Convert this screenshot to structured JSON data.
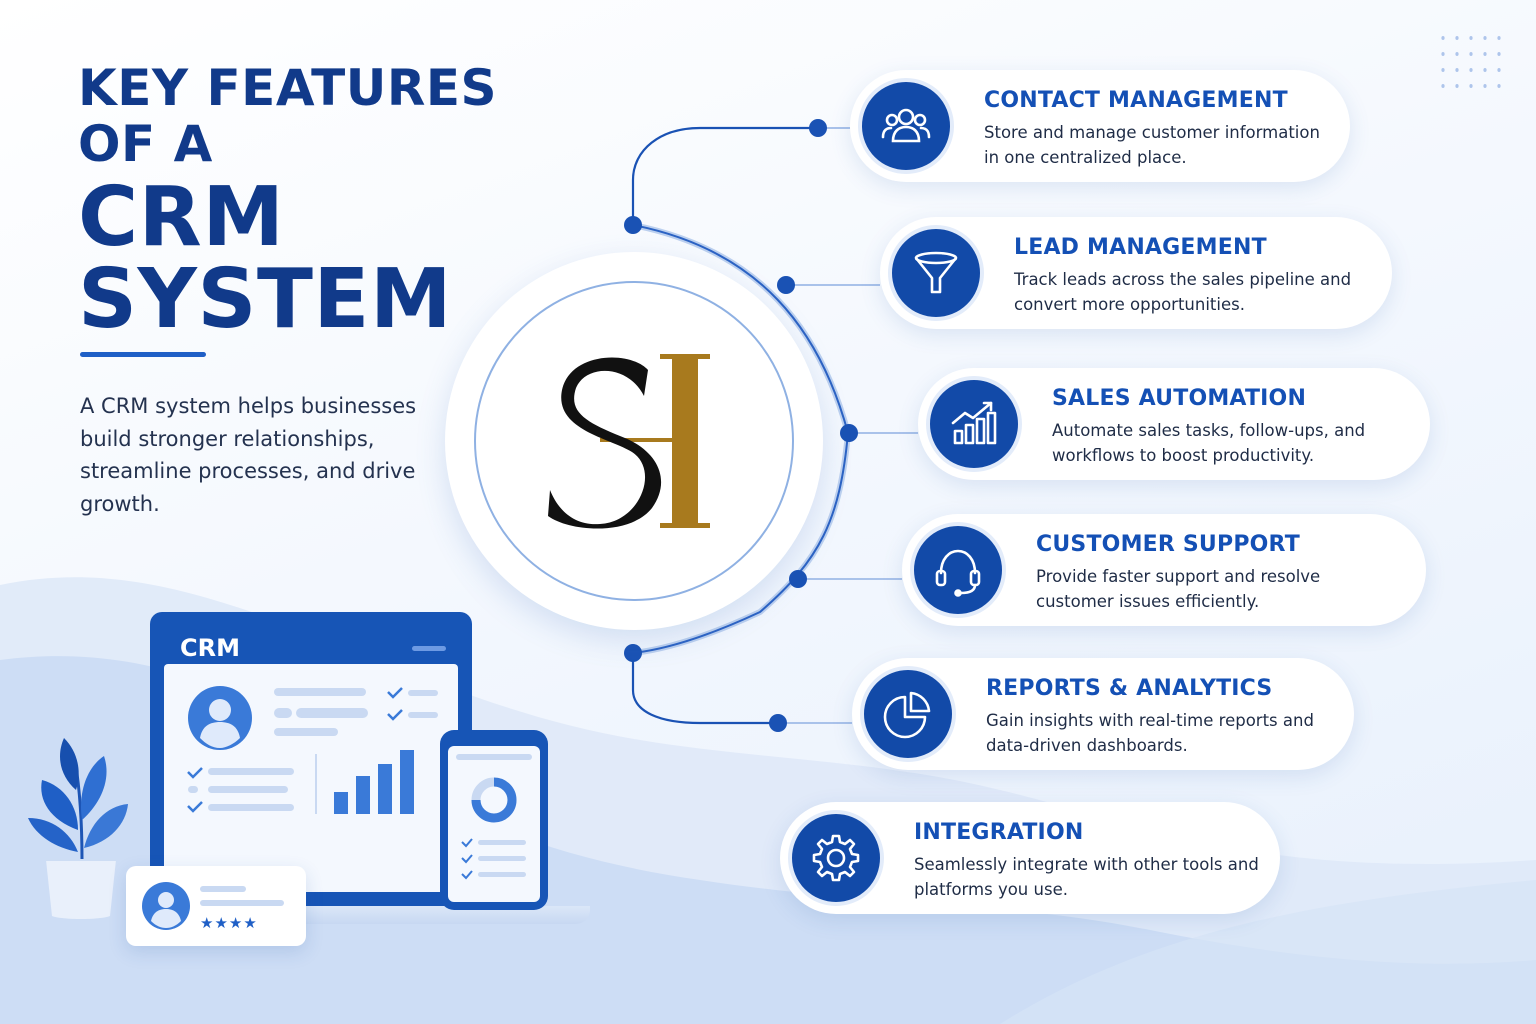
{
  "title": {
    "line1": "KEY FEATURES",
    "line2": "OF A",
    "line3": "CRM",
    "line4": "SYSTEM"
  },
  "description": "A CRM system helps businesses build stronger relationships, streamline processes, and drive growth.",
  "logo_text": "SH",
  "device": {
    "brand_label": "CRM",
    "review_stars": "★★★★"
  },
  "features": [
    {
      "title": "CONTACT MANAGEMENT",
      "description": "Store and manage customer information in one centralized place.",
      "icon": "users-icon"
    },
    {
      "title": "LEAD MANAGEMENT",
      "description": "Track leads across the sales pipeline and convert more opportunities.",
      "icon": "funnel-icon"
    },
    {
      "title": "SALES AUTOMATION",
      "description": "Automate sales tasks, follow-ups, and workflows to boost productivity.",
      "icon": "growth-chart-icon"
    },
    {
      "title": "CUSTOMER SUPPORT",
      "description": "Provide faster support and resolve customer issues efficiently.",
      "icon": "headset-icon"
    },
    {
      "title": "REPORTS & ANALYTICS",
      "description": "Gain insights with real-time reports and data-driven dashboards.",
      "icon": "pie-chart-icon"
    },
    {
      "title": "INTEGRATION",
      "description": "Seamlessly integrate with other tools and platforms you use.",
      "icon": "gear-icon"
    }
  ],
  "colors": {
    "primary": "#124aa8",
    "title": "#113a8a",
    "feature_title": "#1450b5",
    "logo_black": "#111111",
    "logo_gold": "#a87a1e"
  }
}
